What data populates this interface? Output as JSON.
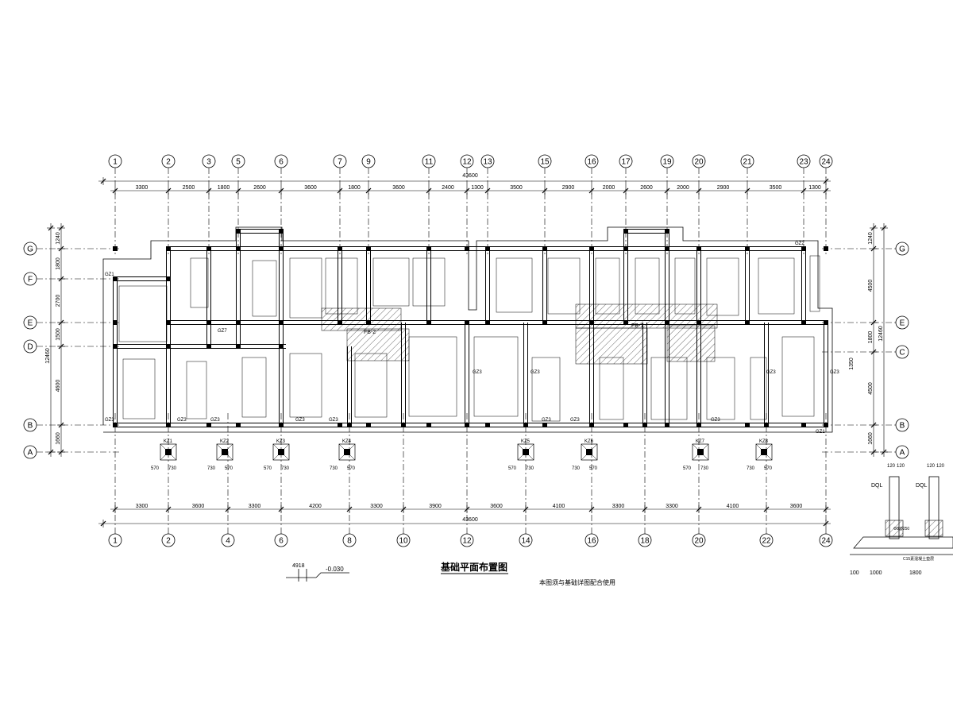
{
  "title": "基础平面布置图",
  "subtitle": "本图须与基础详图配合使用",
  "total_dim": "43600",
  "grid_top": [
    "1",
    "2",
    "3",
    "5",
    "6",
    "7",
    "9",
    "11",
    "12",
    "13",
    "15",
    "16",
    "17",
    "19",
    "20",
    "21",
    "23",
    "24"
  ],
  "grid_bottom": [
    "1",
    "2",
    "4",
    "6",
    "8",
    "10",
    "12",
    "14",
    "16",
    "18",
    "20",
    "22",
    "24"
  ],
  "grid_rows_left": [
    "G",
    "F",
    "E",
    "D",
    "B",
    "A"
  ],
  "grid_rows_right": [
    "G",
    "E",
    "C",
    "B",
    "A"
  ],
  "dims_top": [
    "3300",
    "2500",
    "1800",
    "2600",
    "3600",
    "1800",
    "3600",
    "2400",
    "1300",
    "3500",
    "2900",
    "2000",
    "2600",
    "2000",
    "2900",
    "3500",
    "1300"
  ],
  "dims_bottom": [
    "3300",
    "3600",
    "3300",
    "4200",
    "3300",
    "3900",
    "3600",
    "4100",
    "3300",
    "3300",
    "4100",
    "3600"
  ],
  "dims_left": [
    "1240",
    "1800",
    "2700",
    "1500",
    "4600",
    "1660"
  ],
  "dims_left_total": "12460",
  "dims_right": [
    "1240",
    "4500",
    "1800",
    "4500",
    "1660"
  ],
  "dims_right_total": "12460",
  "right_extra": "1350",
  "footing_codes": [
    "GZ1",
    "GZ2",
    "GZ3",
    "GZ4",
    "GZ7"
  ],
  "pile_codes": [
    "KZ1",
    "KZ2",
    "KZ3",
    "KZ4",
    "KZ5",
    "KZ6",
    "KZ7",
    "KZ8"
  ],
  "pile_dims": [
    "570",
    "730",
    "730",
    "570"
  ],
  "mat_labels": [
    "FB-2",
    "FB-1"
  ],
  "elev_label": "-0.030",
  "elev_dim": "4918",
  "detail": {
    "labels": [
      "DQL",
      "DQL"
    ],
    "dims_top": [
      "120",
      "120",
      "120",
      "120"
    ],
    "dims_bottom": [
      "100",
      "1000",
      "1800"
    ],
    "notes": [
      "Φ8@250",
      "C15素混凝土垫层"
    ]
  }
}
